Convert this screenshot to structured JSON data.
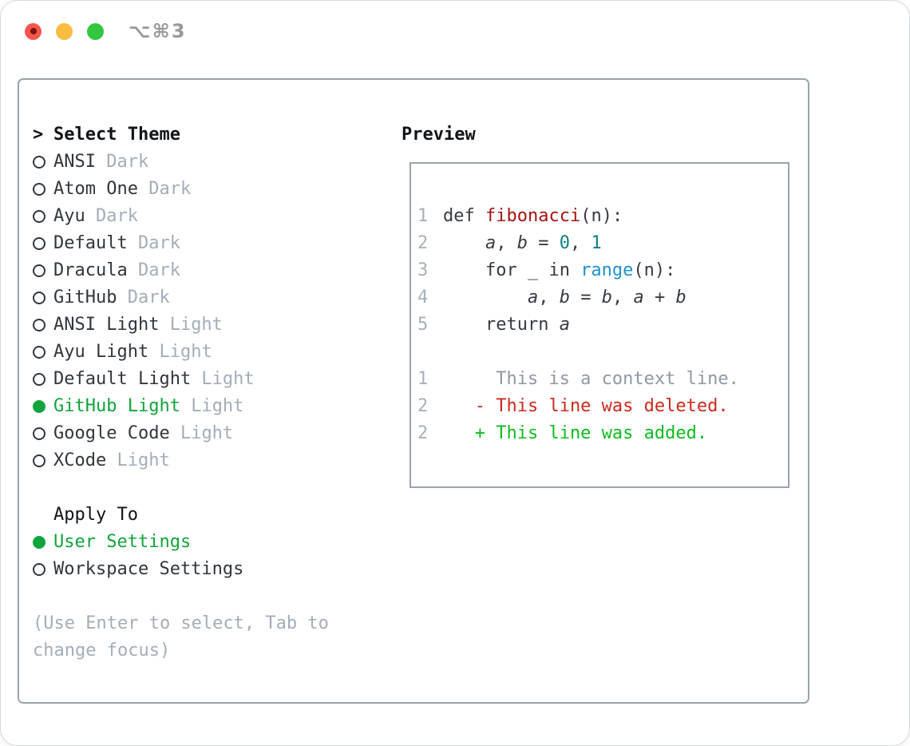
{
  "window": {
    "title": "⌥⌘3",
    "traffic_lights": [
      "close",
      "minimize",
      "zoom"
    ]
  },
  "colors": {
    "accent": "#12a43c",
    "frame": "#9aa3ae",
    "text-black": "#101418",
    "text-dark": "#30363d",
    "muted": "#a3adb8",
    "line-num": "#a7b0ba",
    "code": "#353b42",
    "syn-func": "#a31512",
    "syn-number": "#0e8080",
    "syn-call": "#2090d0",
    "diff-ctx": "#8f98a2",
    "diff-del": "#cb2a1d",
    "diff-add": "#10bb20",
    "title-gray": "#97999c",
    "tl-red": "#f4564d",
    "tl-red-dot": "#7c1410",
    "tl-yellow": "#f8bd3f",
    "tl-green": "#32c73e"
  },
  "theme_picker": {
    "header": {
      "prompt": ">",
      "label": "Select Theme"
    },
    "themes": [
      {
        "name": "ANSI",
        "variant": "Dark",
        "selected": false
      },
      {
        "name": "Atom One",
        "variant": "Dark",
        "selected": false
      },
      {
        "name": "Ayu",
        "variant": "Dark",
        "selected": false
      },
      {
        "name": "Default",
        "variant": "Dark",
        "selected": false
      },
      {
        "name": "Dracula",
        "variant": "Dark",
        "selected": false
      },
      {
        "name": "GitHub",
        "variant": "Dark",
        "selected": false
      },
      {
        "name": "ANSI Light",
        "variant": "Light",
        "selected": false
      },
      {
        "name": "Ayu Light",
        "variant": "Light",
        "selected": false
      },
      {
        "name": "Default Light",
        "variant": "Light",
        "selected": false
      },
      {
        "name": "GitHub Light",
        "variant": "Light",
        "selected": true
      },
      {
        "name": "Google Code",
        "variant": "Light",
        "selected": false
      },
      {
        "name": "XCode",
        "variant": "Light",
        "selected": false
      }
    ],
    "apply_to": {
      "label": "Apply To",
      "options": [
        {
          "name": "User Settings",
          "selected": true
        },
        {
          "name": "Workspace Settings",
          "selected": false
        }
      ]
    },
    "hint_lines": [
      "(Use Enter to select, Tab to",
      "change focus)"
    ]
  },
  "preview": {
    "label": "Preview",
    "lines": [
      {
        "num": "1",
        "segments": [
          [
            "def ",
            "code"
          ],
          [
            "fibonacci",
            "func"
          ],
          [
            "(n):",
            "code"
          ]
        ]
      },
      {
        "num": "2",
        "segments": [
          [
            "    ",
            "code"
          ],
          [
            "a",
            "var"
          ],
          [
            ", ",
            "code"
          ],
          [
            "b",
            "var"
          ],
          [
            " = ",
            "code"
          ],
          [
            "0",
            "num"
          ],
          [
            ", ",
            "code"
          ],
          [
            "1",
            "num"
          ]
        ]
      },
      {
        "num": "3",
        "segments": [
          [
            "    for _ in ",
            "code"
          ],
          [
            "range",
            "call"
          ],
          [
            "(n):",
            "code"
          ]
        ]
      },
      {
        "num": "4",
        "segments": [
          [
            "        ",
            "code"
          ],
          [
            "a",
            "var"
          ],
          [
            ", ",
            "code"
          ],
          [
            "b",
            "var"
          ],
          [
            " = ",
            "code"
          ],
          [
            "b",
            "var"
          ],
          [
            ", ",
            "code"
          ],
          [
            "a",
            "var"
          ],
          [
            " + ",
            "code"
          ],
          [
            "b",
            "var"
          ]
        ]
      },
      {
        "num": "5",
        "segments": [
          [
            "    return ",
            "code"
          ],
          [
            "a",
            "var"
          ]
        ]
      },
      {
        "num": "",
        "segments": []
      },
      {
        "num": "1",
        "segments": [
          [
            "     This is a context line.",
            "ctx"
          ]
        ]
      },
      {
        "num": "2",
        "segments": [
          [
            "   - This line was deleted.",
            "del"
          ]
        ]
      },
      {
        "num": "2",
        "segments": [
          [
            "   + This line was added.",
            "add"
          ]
        ]
      }
    ]
  }
}
